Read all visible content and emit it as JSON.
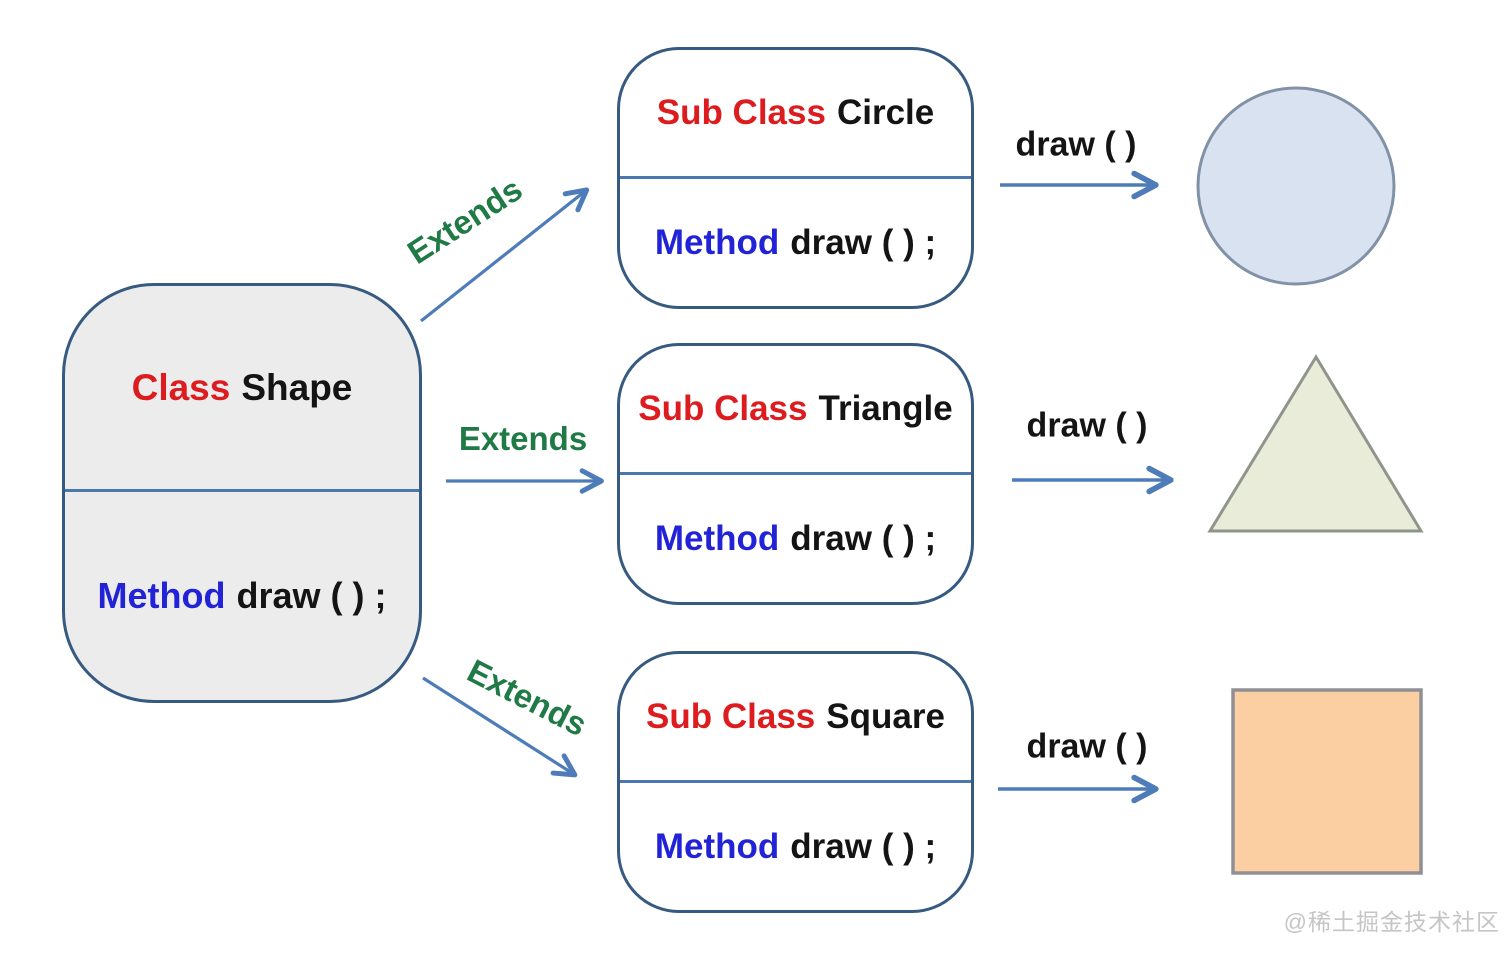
{
  "base_class": {
    "keyword": "Class",
    "name": "Shape",
    "method_keyword": "Method",
    "method_signature": "draw ( ) ;"
  },
  "subclasses": [
    {
      "keyword": "Sub Class",
      "name": "Circle",
      "method_keyword": "Method",
      "method_signature": "draw ( ) ;",
      "extends_label": "Extends",
      "draw_label": "draw ( )",
      "result_shape": "circle"
    },
    {
      "keyword": "Sub Class",
      "name": "Triangle",
      "method_keyword": "Method",
      "method_signature": "draw ( ) ;",
      "extends_label": "Extends",
      "draw_label": "draw ( )",
      "result_shape": "triangle"
    },
    {
      "keyword": "Sub Class",
      "name": "Square",
      "method_keyword": "Method",
      "method_signature": "draw ( ) ;",
      "extends_label": "Extends",
      "draw_label": "draw ( )",
      "result_shape": "square"
    }
  ],
  "colors": {
    "box_border": "#365a80",
    "divider": "#4a77ad",
    "base_fill": "#ececec",
    "sub_fill": "#ffffff",
    "keyword_red": "#dd1c20",
    "method_blue": "#2222d6",
    "extends_green": "#1f7a46",
    "arrow_blue": "#4d7cb8",
    "text_black": "#141414",
    "circle_fill": "#d9e2f1",
    "circle_stroke": "#8292a6",
    "triangle_fill": "#e9ecd8",
    "triangle_stroke": "#90958c",
    "square_fill": "#fccfa3",
    "square_stroke": "#8f8f96",
    "watermark_gray": "#c5c5c5"
  },
  "watermark": "@稀土掘金技术社区"
}
